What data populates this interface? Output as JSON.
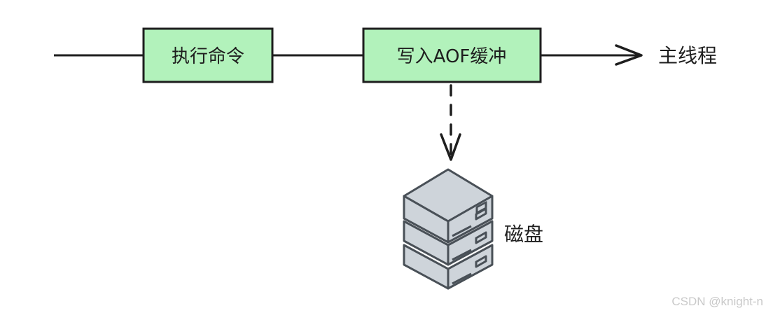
{
  "diagram": {
    "nodes": [
      {
        "id": "exec",
        "label": "执行命令"
      },
      {
        "id": "aof-buffer",
        "label": "写入AOF缓冲"
      }
    ],
    "main_thread_label": "主线程",
    "disk_label": "磁盘",
    "watermark": "CSDN @knight-n",
    "edges": [
      {
        "from": "start",
        "to": "exec",
        "style": "solid"
      },
      {
        "from": "exec",
        "to": "aof-buffer",
        "style": "solid"
      },
      {
        "from": "aof-buffer",
        "to": "main-thread",
        "style": "solid-arrow"
      },
      {
        "from": "aof-buffer",
        "to": "disk",
        "style": "dashed-arrow"
      }
    ],
    "colors": {
      "box_fill": "#b2f2bb",
      "stroke": "#1e1e1e",
      "disk_fill": "#ced4da",
      "disk_stroke": "#495057"
    }
  }
}
